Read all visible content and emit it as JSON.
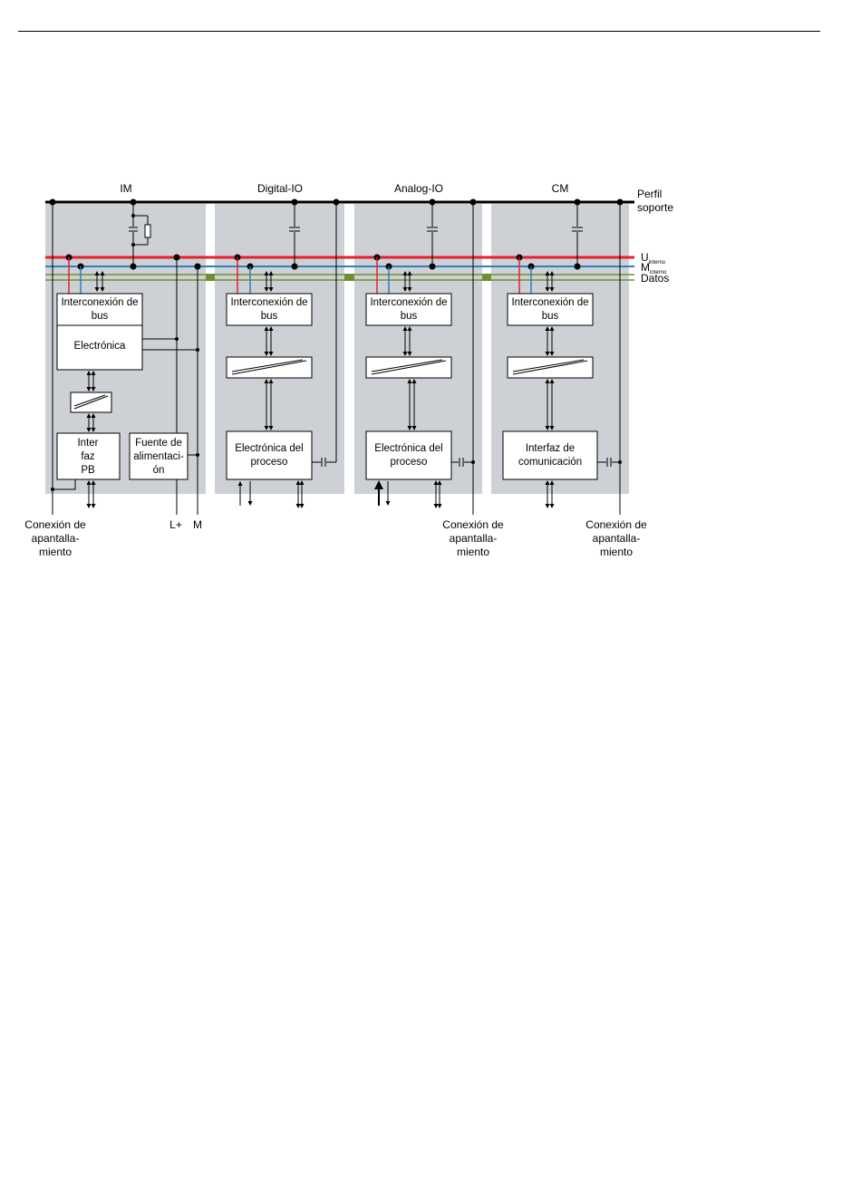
{
  "diagram": {
    "modules": [
      {
        "title": "IM"
      },
      {
        "title": "Digital-IO"
      },
      {
        "title": "Analog-IO"
      },
      {
        "title": "CM"
      }
    ],
    "rail_labels": {
      "profile_line1": "Perfil",
      "profile_line2": "soporte",
      "u_main": "U",
      "u_sub": "interno",
      "m_main": "M",
      "m_sub": "interno",
      "data": "Datos"
    },
    "boxes": {
      "bus_line1": "Interconexión de",
      "bus_line2": "bus",
      "electronics": "Electrónica",
      "pb_line1": "Inter",
      "pb_line2": "faz",
      "pb_line3": "PB",
      "psu_line1": "Fuente de",
      "psu_line2": "alimentaci-",
      "psu_line3": "ón",
      "process_line1": "Electrónica del",
      "process_line2": "proceso",
      "comm_line1": "Interfaz de",
      "comm_line2": "comunicación"
    },
    "bottom_labels": {
      "shield_line1": "Conexión de",
      "shield_line2": "apantalla-",
      "shield_line3": "miento",
      "lplus": "L+",
      "m": "M"
    },
    "colors": {
      "panel": "#cdd1d6",
      "u_rail": "#e8202a",
      "m_rail": "#2f7fc0",
      "data_rail": "#6f8f35"
    }
  }
}
